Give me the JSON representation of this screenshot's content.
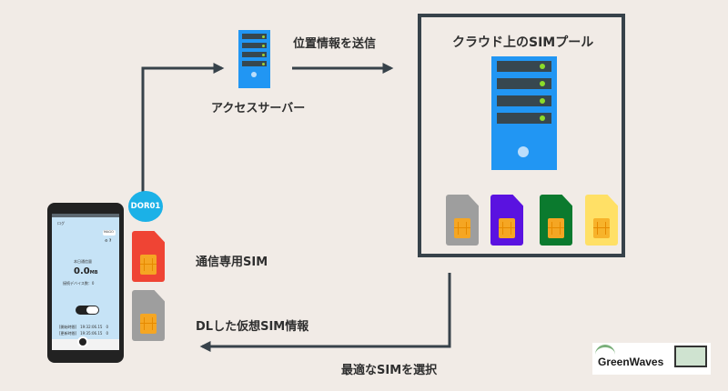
{
  "labels": {
    "access_server": "アクセスサーバー",
    "send_location": "位置情報を送信",
    "cloud_sim_pool": "クラウド上のSIMプール",
    "comm_sim": "通信専用SIM",
    "virtual_sim_info": "DLした仮想SIM情報",
    "select_best_sim": "最適なSIMを選択"
  },
  "bubble": {
    "label": "DOR01",
    "color": "#1bb1e7"
  },
  "phone": {
    "top_left": "ログ",
    "top_button": "MAGO",
    "usage_label": "本日通信量",
    "usage_value": "0.0",
    "usage_unit": "MB",
    "devices_label": "接続デバイス数：0",
    "toggle_label": "ON",
    "time1": "[開始時間]　19:32:06.15　0",
    "time2": "[更新時間]　19:35:06.15　0"
  },
  "sim_pool": [
    {
      "name": "gray-sim",
      "color": "#9e9e9e"
    },
    {
      "name": "purple-sim",
      "color": "#5a12e0"
    },
    {
      "name": "green-sim",
      "color": "#0b7a2e"
    },
    {
      "name": "yellow-sim",
      "color": "#ffe066"
    }
  ],
  "phone_sims": [
    {
      "name": "red-sim",
      "color": "#ef4434"
    },
    {
      "name": "gray-sim",
      "color": "#9e9e9e"
    }
  ],
  "logo": {
    "text": "GreenWaves"
  },
  "colors": {
    "server": "#2196f3",
    "arrow": "#37424a",
    "background": "#f1ebe6"
  }
}
